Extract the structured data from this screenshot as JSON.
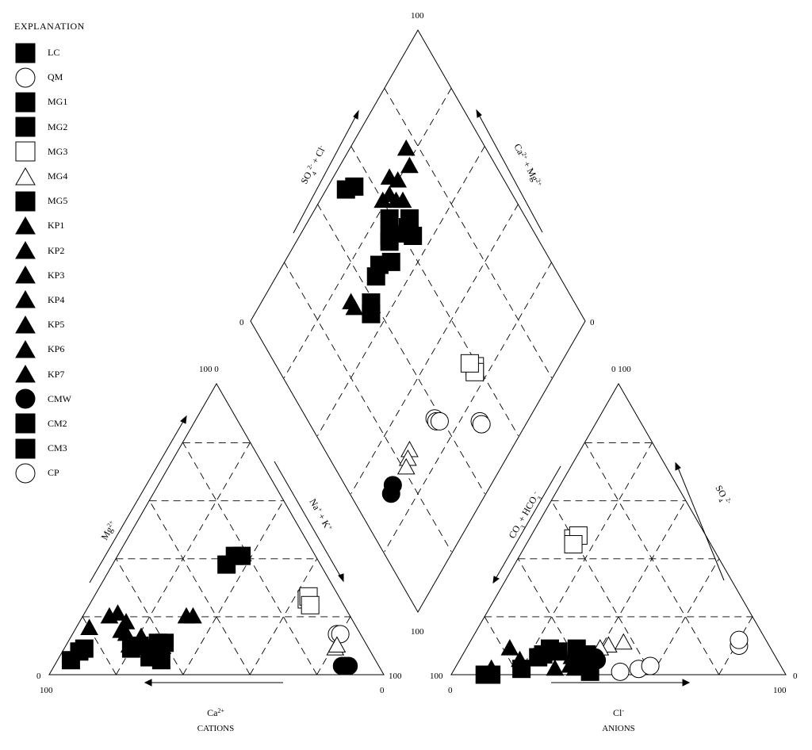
{
  "legend": {
    "title": "EXPLANATION",
    "items": [
      {
        "label": "LC",
        "shape": "square",
        "fill": "black"
      },
      {
        "label": "QM",
        "shape": "circle",
        "fill": "white"
      },
      {
        "label": "MG1",
        "shape": "square",
        "fill": "black"
      },
      {
        "label": "MG2",
        "shape": "square",
        "fill": "black"
      },
      {
        "label": "MG3",
        "shape": "square",
        "fill": "white"
      },
      {
        "label": "MG4",
        "shape": "triangle",
        "fill": "white"
      },
      {
        "label": "MG5",
        "shape": "square",
        "fill": "black"
      },
      {
        "label": "KP1",
        "shape": "triangle",
        "fill": "black"
      },
      {
        "label": "KP2",
        "shape": "triangle",
        "fill": "black"
      },
      {
        "label": "KP3",
        "shape": "triangle",
        "fill": "black"
      },
      {
        "label": "KP4",
        "shape": "triangle",
        "fill": "black"
      },
      {
        "label": "KP5",
        "shape": "triangle",
        "fill": "black"
      },
      {
        "label": "KP6",
        "shape": "triangle",
        "fill": "black"
      },
      {
        "label": "KP7",
        "shape": "triangle",
        "fill": "black"
      },
      {
        "label": "CMW",
        "shape": "circle",
        "fill": "black"
      },
      {
        "label": "CM2",
        "shape": "square",
        "fill": "black"
      },
      {
        "label": "CM3",
        "shape": "square",
        "fill": "black"
      },
      {
        "label": "CP",
        "shape": "circle",
        "fill": "white"
      }
    ]
  },
  "chart_data": {
    "type": "scatter",
    "subtype": "piper-trilinear",
    "grid": "dashed-20-percent",
    "cation_triangle": {
      "label": "CATIONS",
      "axes": {
        "bottom": "Ca2+",
        "left": "Mg2+",
        "right": "Na+ + K+"
      },
      "tick_labels": {
        "bottom_left": "100",
        "bottom_right": "0",
        "apex": "100 0",
        "left_corner": "0",
        "right_corner": "100"
      },
      "units": "percent",
      "points": [
        {
          "series": "MG1",
          "ca": 28,
          "mg": 38
        },
        {
          "series": "MG1",
          "ca": 22,
          "mg": 41
        },
        {
          "series": "MG1",
          "ca": 24,
          "mg": 41
        },
        {
          "series": "MG3",
          "ca": 10,
          "mg": 26
        },
        {
          "series": "MG3",
          "ca": 9,
          "mg": 27
        },
        {
          "series": "MG3",
          "ca": 10,
          "mg": 24
        },
        {
          "series": "QM",
          "ca": 7,
          "mg": 14
        },
        {
          "series": "QM",
          "ca": 6,
          "mg": 14
        },
        {
          "series": "MG4",
          "ca": 10,
          "mg": 9
        },
        {
          "series": "MG4",
          "ca": 9,
          "mg": 10
        },
        {
          "series": "CMW",
          "ca": 11,
          "mg": 3
        },
        {
          "series": "CMW",
          "ca": 9,
          "mg": 3
        },
        {
          "series": "CMW",
          "ca": 10,
          "mg": 3
        },
        {
          "series": "KP2",
          "ca": 49,
          "mg": 20
        },
        {
          "series": "KP2",
          "ca": 47,
          "mg": 20
        },
        {
          "series": "KP1",
          "ca": 80,
          "mg": 16
        },
        {
          "series": "KP1",
          "ca": 71,
          "mg": 15
        },
        {
          "series": "KP3",
          "ca": 68,
          "mg": 18
        },
        {
          "series": "KP4",
          "ca": 72,
          "mg": 20
        },
        {
          "series": "KP4",
          "ca": 69,
          "mg": 21
        },
        {
          "series": "KP5",
          "ca": 71,
          "mg": 10
        },
        {
          "series": "KP6",
          "ca": 66,
          "mg": 13
        },
        {
          "series": "KP7",
          "ca": 70,
          "mg": 14
        },
        {
          "series": "LC",
          "ca": 91,
          "mg": 5
        },
        {
          "series": "LC",
          "ca": 87,
          "mg": 8
        },
        {
          "series": "MG5",
          "ca": 85,
          "mg": 9
        },
        {
          "series": "CM2",
          "ca": 71,
          "mg": 9
        },
        {
          "series": "CM2",
          "ca": 68,
          "mg": 10
        },
        {
          "series": "CM2",
          "ca": 67,
          "mg": 6
        },
        {
          "series": "CM3",
          "ca": 63,
          "mg": 8
        },
        {
          "series": "CM3",
          "ca": 62,
          "mg": 11
        },
        {
          "series": "CM3",
          "ca": 60,
          "mg": 11
        },
        {
          "series": "MG2",
          "ca": 64,
          "mg": 5
        },
        {
          "series": "MG2",
          "ca": 65,
          "mg": 9
        }
      ]
    },
    "anion_triangle": {
      "label": "ANIONS",
      "axes": {
        "bottom": "Cl-",
        "left": "CO3 2- + HCO3-",
        "right": "SO4 2-"
      },
      "tick_labels": {
        "bottom_left": "0",
        "bottom_right": "100",
        "apex": "0 100",
        "left_corner": "100",
        "right_corner": "0"
      },
      "units": "percent",
      "points": [
        {
          "series": "MG3",
          "cl": 13,
          "so4": 47
        },
        {
          "series": "MG3",
          "cl": 14,
          "so4": 48
        },
        {
          "series": "MG3",
          "cl": 14,
          "so4": 45
        },
        {
          "series": "QM",
          "cl": 50,
          "so4": 1
        },
        {
          "series": "QM",
          "cl": 55,
          "so4": 2
        },
        {
          "series": "QM",
          "cl": 58,
          "so4": 3
        },
        {
          "series": "CP",
          "cl": 81,
          "so4": 10
        },
        {
          "series": "CP",
          "cl": 80,
          "so4": 12
        },
        {
          "series": "MG4",
          "cl": 46,
          "so4": 11
        },
        {
          "series": "MG4",
          "cl": 42,
          "so4": 10
        },
        {
          "series": "MG4",
          "cl": 40,
          "so4": 9
        },
        {
          "series": "LC",
          "cl": 12,
          "so4": 0
        },
        {
          "series": "LC",
          "cl": 10,
          "so4": 0
        },
        {
          "series": "KP1",
          "cl": 11,
          "so4": 2
        },
        {
          "series": "KP2",
          "cl": 13,
          "so4": 9
        },
        {
          "series": "KP3",
          "cl": 18,
          "so4": 5
        },
        {
          "series": "KP4",
          "cl": 30,
          "so4": 2
        },
        {
          "series": "KP5",
          "cl": 34,
          "so4": 3
        },
        {
          "series": "KP6",
          "cl": 36,
          "so4": 2
        },
        {
          "series": "KP7",
          "cl": 33,
          "so4": 6
        },
        {
          "series": "CM2",
          "cl": 23,
          "so4": 6
        },
        {
          "series": "CM2",
          "cl": 24,
          "so4": 7
        },
        {
          "series": "CM2",
          "cl": 20,
          "so4": 2
        },
        {
          "series": "CM3",
          "cl": 25,
          "so4": 9
        },
        {
          "series": "CM3",
          "cl": 28,
          "so4": 8
        },
        {
          "series": "MG1",
          "cl": 33,
          "so4": 9
        },
        {
          "series": "MG1",
          "cl": 37,
          "so4": 7
        },
        {
          "series": "MG2",
          "cl": 37,
          "so4": 4
        },
        {
          "series": "MG2",
          "cl": 41,
          "so4": 1
        },
        {
          "series": "MG5",
          "cl": 35,
          "so4": 5
        },
        {
          "series": "CMW",
          "cl": 41,
          "so4": 5
        },
        {
          "series": "CMW",
          "cl": 40,
          "so4": 6
        }
      ]
    },
    "diamond": {
      "axes": {
        "upper_left": "SO4 2- + Cl-",
        "upper_right": "Ca2+ + Mg2+"
      },
      "tick_labels": {
        "top": "100",
        "left": "0",
        "right": "0",
        "bottom": "100"
      },
      "units": "percent",
      "points": [
        {
          "series": "MG3",
          "so4cl": 59,
          "camg": 25
        },
        {
          "series": "MG3",
          "so4cl": 58,
          "camg": 24
        },
        {
          "series": "MG3",
          "so4cl": 58,
          "camg": 27
        },
        {
          "series": "QM",
          "so4cl": 51,
          "camg": 14
        },
        {
          "series": "QM",
          "so4cl": 51,
          "camg": 13
        },
        {
          "series": "CP",
          "so4cl": 38,
          "camg": 28
        },
        {
          "series": "CP",
          "so4cl": 38,
          "camg": 27
        },
        {
          "series": "CP",
          "so4cl": 39,
          "camg": 26
        },
        {
          "series": "MG4",
          "so4cl": 25,
          "camg": 30
        },
        {
          "series": "MG4",
          "so4cl": 23,
          "camg": 29
        },
        {
          "series": "MG4",
          "so4cl": 21,
          "camg": 28
        },
        {
          "series": "CMW",
          "so4cl": 14,
          "camg": 29
        },
        {
          "series": "CMW",
          "so4cl": 12,
          "camg": 28
        },
        {
          "series": "KP1",
          "so4cl": 76,
          "camg": 83
        },
        {
          "series": "KP1",
          "so4cl": 74,
          "camg": 79
        },
        {
          "series": "KP2",
          "so4cl": 68,
          "camg": 80
        },
        {
          "series": "KP2",
          "so4cl": 66,
          "camg": 83
        },
        {
          "series": "KP3",
          "so4cl": 66,
          "camg": 75
        },
        {
          "series": "KP3",
          "so4cl": 64,
          "camg": 77
        },
        {
          "series": "KP4",
          "so4cl": 60,
          "camg": 81
        },
        {
          "series": "KP4",
          "so4cl": 63,
          "camg": 80
        },
        {
          "series": "KP5",
          "so4cl": 59,
          "camg": 73
        },
        {
          "series": "KP6",
          "so4cl": 59,
          "camg": 70
        },
        {
          "series": "KP7",
          "so4cl": 33,
          "camg": 71
        },
        {
          "series": "KP7",
          "so4cl": 33,
          "camg": 73
        },
        {
          "series": "MG1",
          "so4cl": 65,
          "camg": 70
        },
        {
          "series": "MG1",
          "so4cl": 63,
          "camg": 69
        },
        {
          "series": "MG1",
          "so4cl": 63,
          "camg": 66
        },
        {
          "series": "MG2",
          "so4cl": 56,
          "camg": 73
        },
        {
          "series": "MG2",
          "so4cl": 59,
          "camg": 76
        },
        {
          "series": "LC",
          "so4cl": 54,
          "camg": 92
        },
        {
          "series": "LC",
          "so4cl": 51,
          "camg": 94
        },
        {
          "series": "MG5",
          "so4cl": 52,
          "camg": 68
        },
        {
          "series": "MG5",
          "so4cl": 55,
          "camg": 72
        },
        {
          "series": "CM2",
          "so4cl": 48,
          "camg": 71
        },
        {
          "series": "CM2",
          "so4cl": 45,
          "camg": 70
        },
        {
          "series": "CM3",
          "so4cl": 39,
          "camg": 67
        },
        {
          "series": "CM3",
          "so4cl": 37,
          "camg": 65
        }
      ]
    }
  }
}
